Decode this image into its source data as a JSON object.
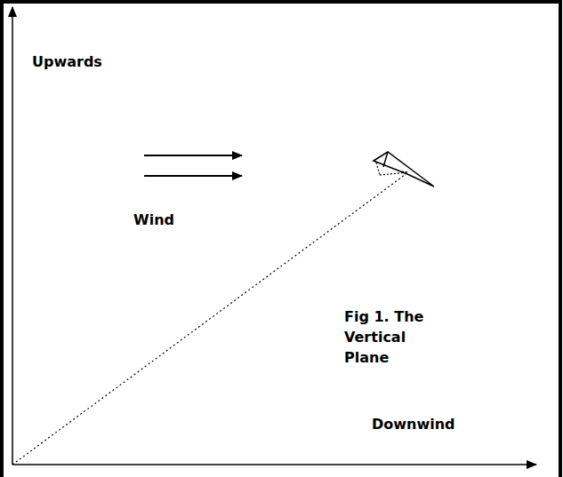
{
  "diagram": {
    "labels": [
      "Upwards",
      "Wind",
      "Fig 1. The Vertical Plane",
      "Downwind"
    ]
  }
}
